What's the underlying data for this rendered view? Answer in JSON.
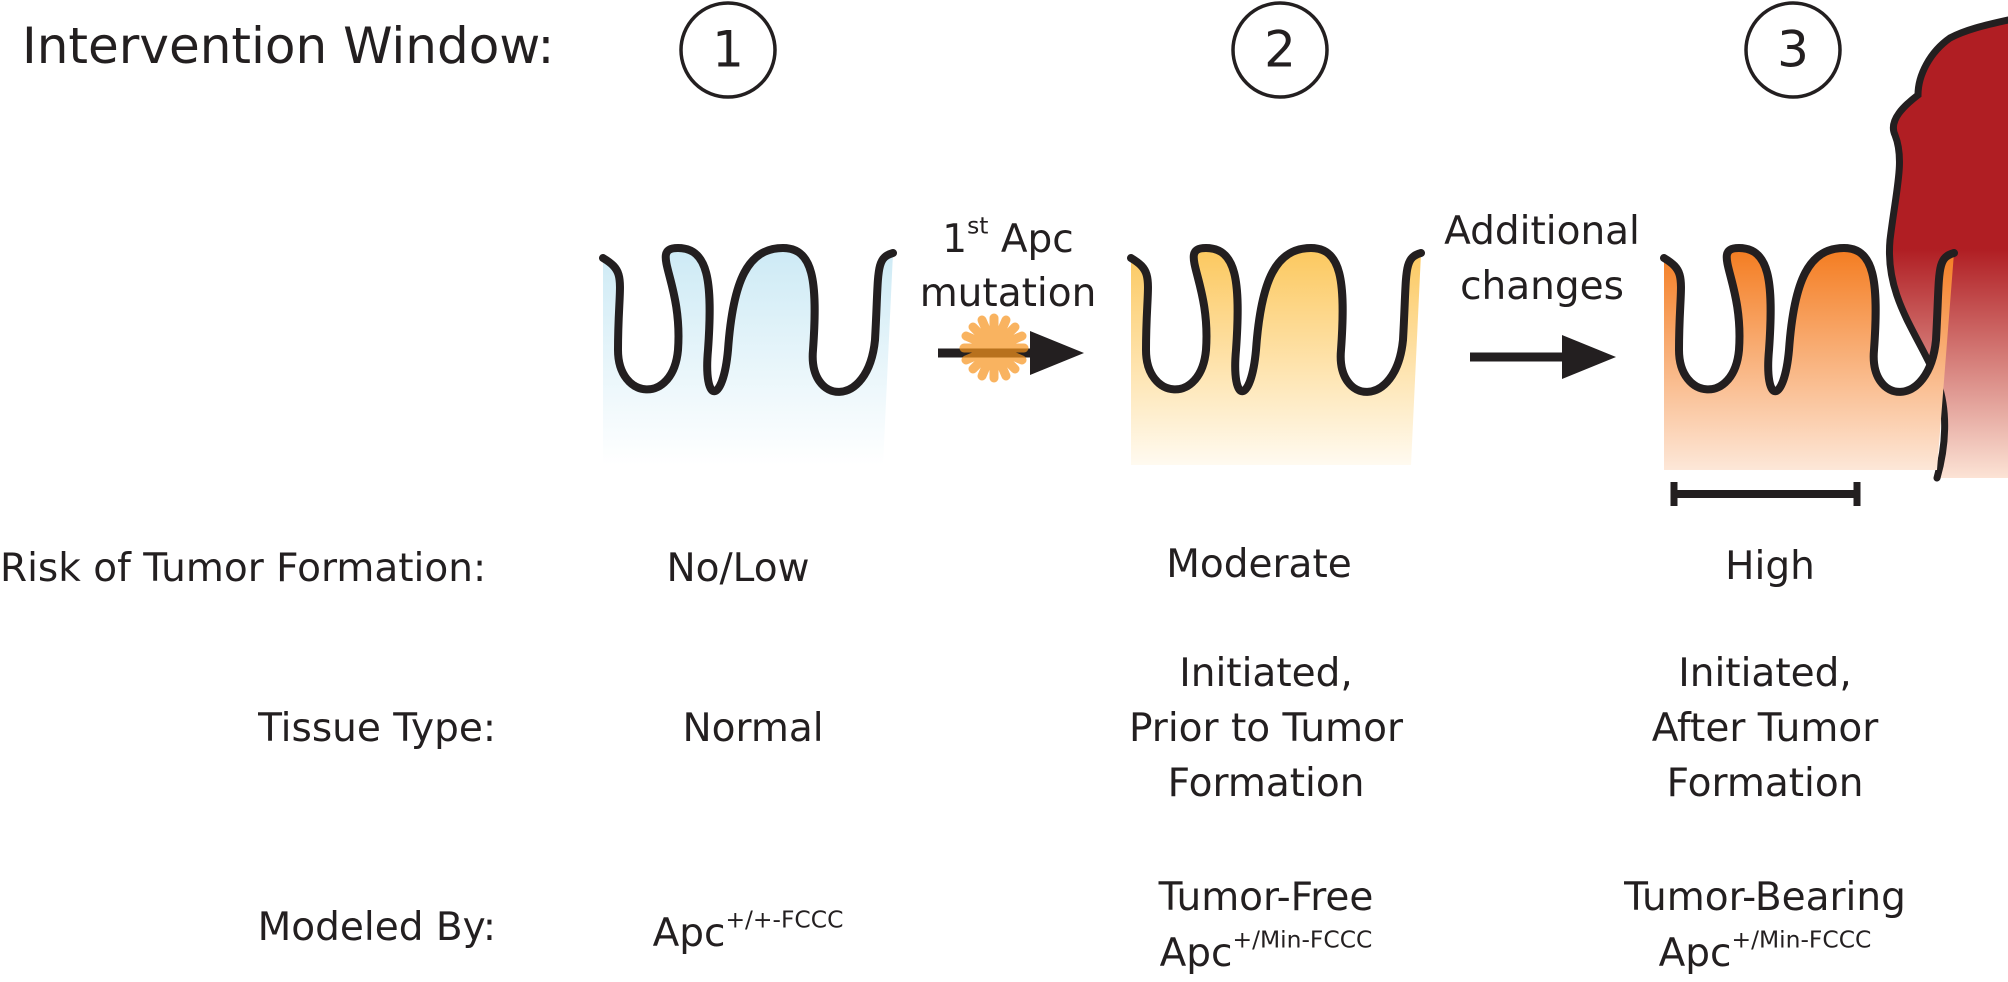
{
  "title": "Intervention Window:",
  "stages": [
    {
      "number": "1",
      "risk": "No/Low",
      "tissue": [
        "Normal"
      ],
      "model_prefix": "",
      "model_base": "Apc",
      "model_sup": "+/+-FCCC",
      "tissue_color": "#cdeaf5"
    },
    {
      "number": "2",
      "risk": "Moderate",
      "tissue": [
        "Initiated,",
        "Prior to Tumor",
        "Formation"
      ],
      "model_prefix": "Tumor-Free",
      "model_base": "Apc",
      "model_sup": "+/Min-FCCC",
      "tissue_color": "#fcc85e"
    },
    {
      "number": "3",
      "risk": "High",
      "tissue": [
        "Initiated,",
        "After Tumor",
        "Formation"
      ],
      "model_prefix": "Tumor-Bearing",
      "model_base": "Apc",
      "model_sup": "+/Min-FCCC",
      "tissue_color": "#f47c20"
    }
  ],
  "transitions": [
    {
      "lines": [
        "1",
        "st",
        " Apc"
      ],
      "line2": "mutation",
      "mutation_marker": "orange-starburst-icon"
    },
    {
      "line1": "Additional",
      "line2": "changes"
    }
  ],
  "row_labels": {
    "risk": "Risk of Tumor Formation:",
    "tissue": "Tissue Type:",
    "model": "Modeled By:"
  },
  "colors": {
    "outline": "#231f20",
    "tumor": "#b01e23",
    "starburst": "#f7941d"
  }
}
